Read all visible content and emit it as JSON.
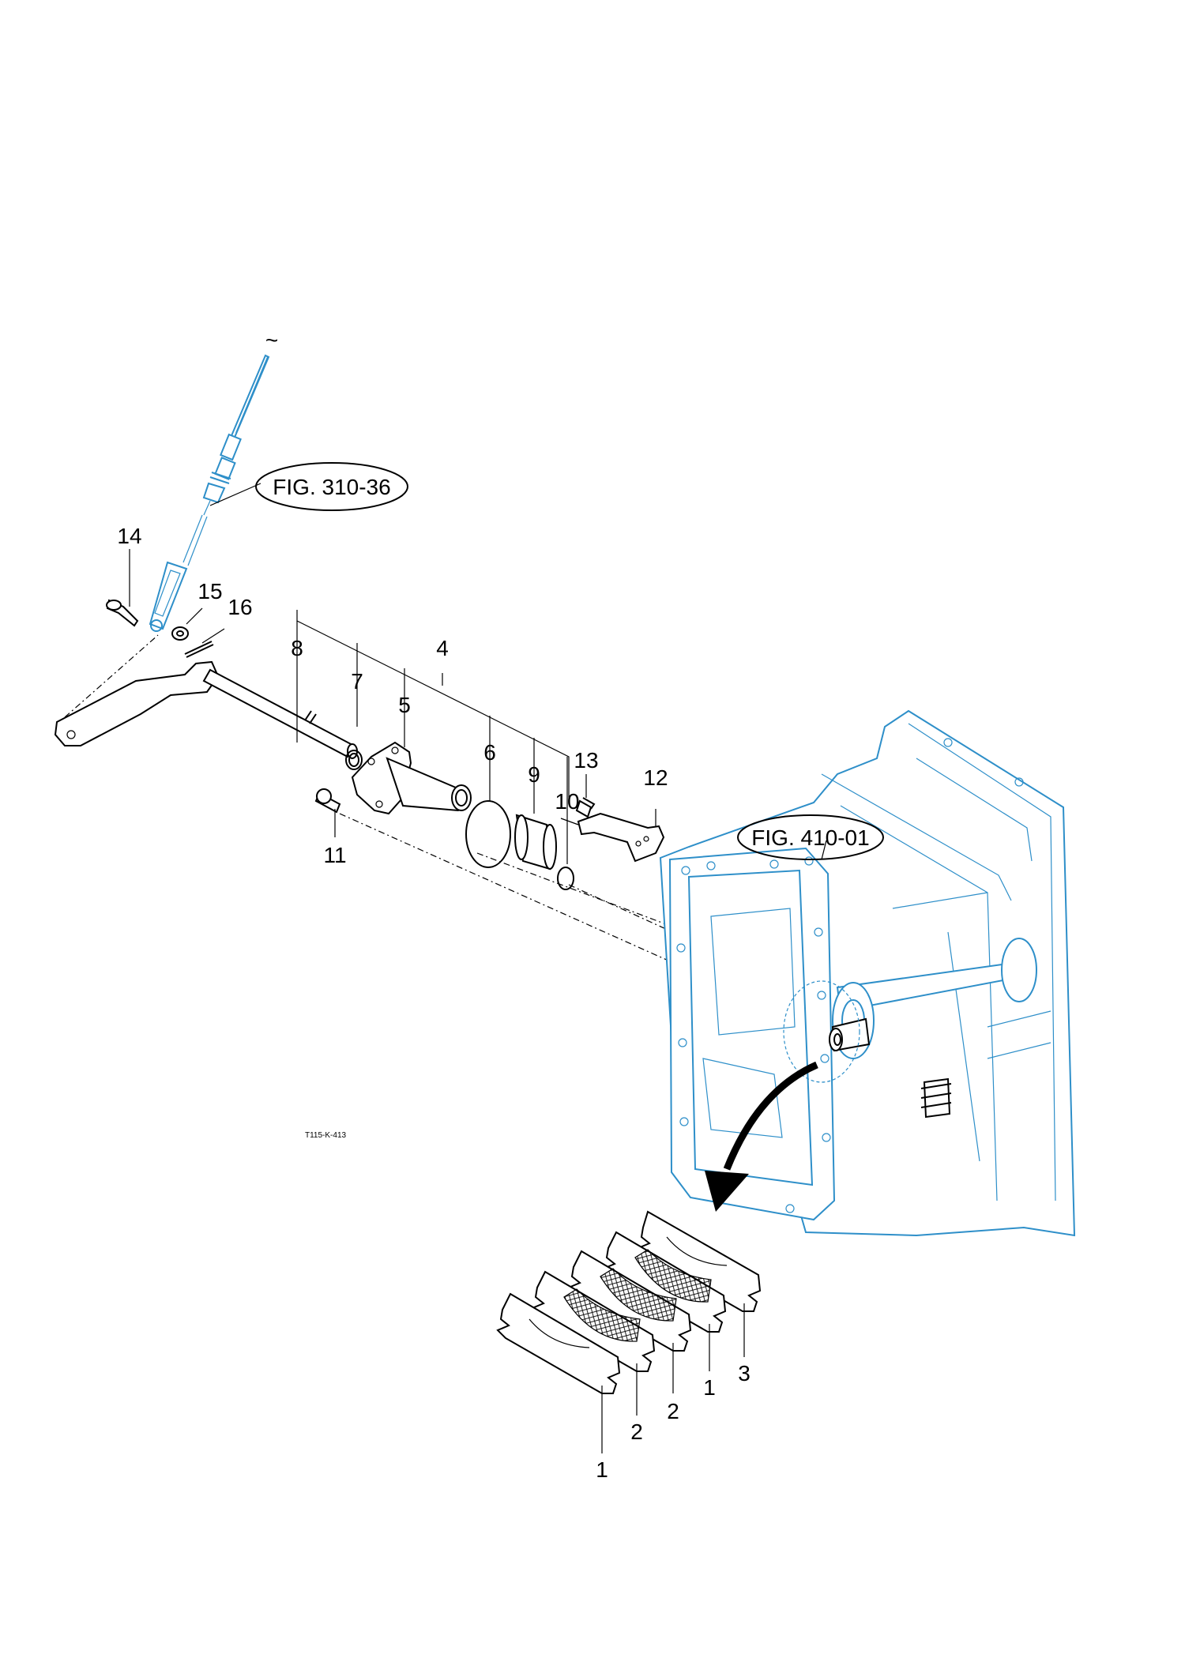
{
  "figure_refs": {
    "cable": "FIG. 310-36",
    "housing": "FIG. 410-01"
  },
  "drawing_code": "T115-K-413",
  "callouts": {
    "c14": "14",
    "c15": "15",
    "c16": "16",
    "c8": "8",
    "c4": "4",
    "c7": "7",
    "c5": "5",
    "c6": "6",
    "c9": "9",
    "c13": "13",
    "c10": "10",
    "c12": "12",
    "c11": "11",
    "s1a": "1",
    "s2a": "2",
    "s2b": "2",
    "s1b": "1",
    "s3": "3"
  },
  "colors": {
    "line": "#000000",
    "reference": "#2e8fc9",
    "background": "#ffffff"
  },
  "icons": [
    "cable-tilde-glyph"
  ],
  "cable_end_glyph": "~"
}
